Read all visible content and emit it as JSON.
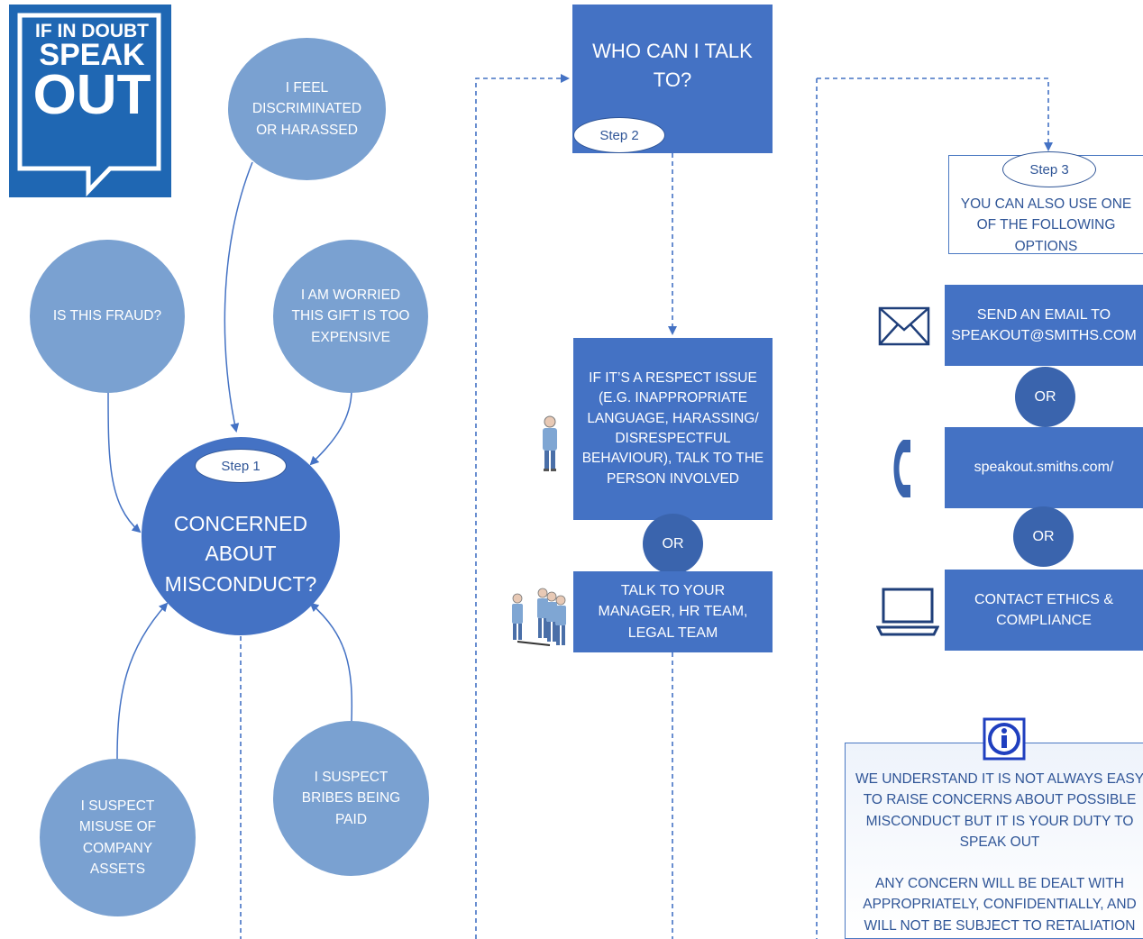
{
  "logo": {
    "line1": "IF IN DOUBT",
    "line2": "SPEAK",
    "line3": "OUT"
  },
  "step1": {
    "step_label": "Step 1",
    "title": "CONCERNED ABOUT MISCONDUCT?"
  },
  "concerns": {
    "discriminated": "I FEEL DISCRIMINATED OR HARASSED",
    "fraud": "IS THIS FRAUD?",
    "gift": "I AM WORRIED THIS GIFT IS TOO EXPENSIVE",
    "misuse": "I SUSPECT MISUSE OF COMPANY ASSETS",
    "bribes": "I SUSPECT BRIBES BEING PAID"
  },
  "step2": {
    "title": "WHO CAN I TALK TO?",
    "step_label": "Step 2",
    "respect": "IF IT’S A RESPECT ISSUE (E.G. INAPPROPRIATE LANGUAGE, HARASSING/ DISRESPECTFUL BEHAVIOUR), TALK TO THE PERSON INVOLVED",
    "or": "OR",
    "manager": "TALK TO YOUR MANAGER, HR TEAM, LEGAL TEAM"
  },
  "step3": {
    "step_label": "Step 3",
    "intro": "YOU CAN ALSO USE ONE OF THE FOLLOWING OPTIONS",
    "email": "SEND AN EMAIL TO SPEAKOUT@SMITHS.COM",
    "or1": "OR",
    "web": "speakout.smiths.com/",
    "or2": "OR",
    "contact": "CONTACT ETHICS & COMPLIANCE"
  },
  "info": {
    "para1": "WE UNDERSTAND IT IS NOT ALWAYS EASY TO RAISE CONCERNS ABOUT POSSIBLE MISCONDUCT BUT IT IS YOUR DUTY TO SPEAK OUT",
    "para2": "ANY CONCERN WILL BE DEALT WITH APPROPRIATELY, CONFIDENTIALLY, AND WILL NOT BE SUBJECT TO RETALIATION"
  },
  "icons": {
    "person": "person-icon",
    "group": "group-icon",
    "envelope": "envelope-icon",
    "phone": "phone-icon",
    "laptop": "laptop-icon",
    "info": "info-icon"
  },
  "colors": {
    "primary_blue": "#4472c4",
    "light_blue_circle": "#7aa1d1",
    "or_circle": "#3a64ad",
    "logo_blue": "#1f67b3",
    "text_dark_blue": "#2f5597"
  }
}
